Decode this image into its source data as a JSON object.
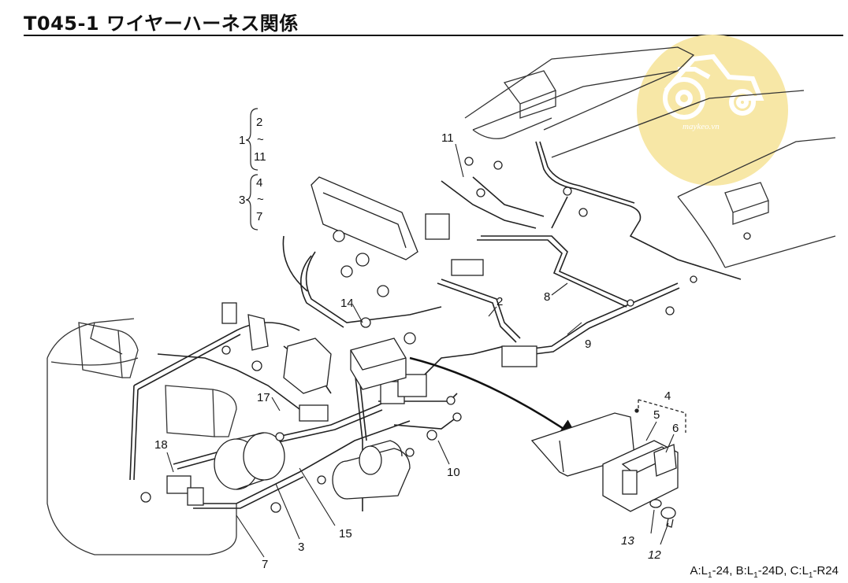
{
  "title": "T045-1 ワイヤーハーネス関係",
  "model_codes": [
    {
      "prefix": "A",
      "base": "L",
      "sub": "1",
      "suffix": "-24"
    },
    {
      "prefix": "B",
      "base": "L",
      "sub": "1",
      "suffix": "-24D"
    },
    {
      "prefix": "C",
      "base": "L",
      "sub": "1",
      "suffix": "-R24"
    }
  ],
  "watermark": {
    "text": "maykeo.vn",
    "color": "#f7e7a6"
  },
  "bracket_groups": {
    "group1": {
      "ref": "1",
      "from": "2",
      "tilde": "~",
      "to": "11"
    },
    "group3": {
      "ref": "3",
      "from": "4",
      "tilde": "~",
      "to": "7"
    }
  },
  "callouts": [
    {
      "id": "11",
      "label": "11"
    },
    {
      "id": "14",
      "label": "14"
    },
    {
      "id": "2",
      "label": "2"
    },
    {
      "id": "8",
      "label": "8"
    },
    {
      "id": "9",
      "label": "9"
    },
    {
      "id": "17",
      "label": "17"
    },
    {
      "id": "18",
      "label": "18"
    },
    {
      "id": "10",
      "label": "10"
    },
    {
      "id": "15",
      "label": "15"
    },
    {
      "id": "3",
      "label": "3"
    },
    {
      "id": "7",
      "label": "7"
    },
    {
      "id": "4",
      "label": "4"
    },
    {
      "id": "5",
      "label": "5"
    },
    {
      "id": "6",
      "label": "6"
    },
    {
      "id": "13",
      "label": "13"
    },
    {
      "id": "12",
      "label": "12"
    }
  ]
}
